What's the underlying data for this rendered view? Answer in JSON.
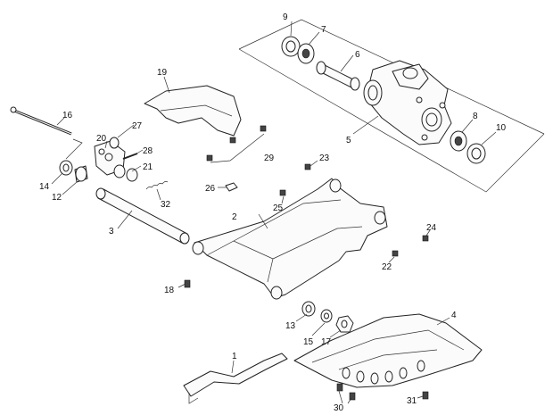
{
  "diagram": {
    "callouts": [
      {
        "id": "c1",
        "label": "1"
      },
      {
        "id": "c2",
        "label": "2"
      },
      {
        "id": "c3",
        "label": "3"
      },
      {
        "id": "c4",
        "label": "4"
      },
      {
        "id": "c5",
        "label": "5"
      },
      {
        "id": "c6",
        "label": "6"
      },
      {
        "id": "c7",
        "label": "7"
      },
      {
        "id": "c8",
        "label": "8"
      },
      {
        "id": "c9",
        "label": "9"
      },
      {
        "id": "c10",
        "label": "10"
      },
      {
        "id": "c12",
        "label": "12"
      },
      {
        "id": "c13",
        "label": "13"
      },
      {
        "id": "c14",
        "label": "14"
      },
      {
        "id": "c15",
        "label": "15"
      },
      {
        "id": "c16",
        "label": "16"
      },
      {
        "id": "c17",
        "label": "17"
      },
      {
        "id": "c18",
        "label": "18"
      },
      {
        "id": "c19",
        "label": "19"
      },
      {
        "id": "c20",
        "label": "20"
      },
      {
        "id": "c21",
        "label": "21"
      },
      {
        "id": "c22",
        "label": "22"
      },
      {
        "id": "c23",
        "label": "23"
      },
      {
        "id": "c24",
        "label": "24"
      },
      {
        "id": "c25",
        "label": "25"
      },
      {
        "id": "c26",
        "label": "26"
      },
      {
        "id": "c27",
        "label": "27"
      },
      {
        "id": "c28",
        "label": "28"
      },
      {
        "id": "c29",
        "label": "29"
      },
      {
        "id": "c30",
        "label": "30"
      },
      {
        "id": "c31",
        "label": "31"
      },
      {
        "id": "c32",
        "label": "32"
      }
    ]
  }
}
